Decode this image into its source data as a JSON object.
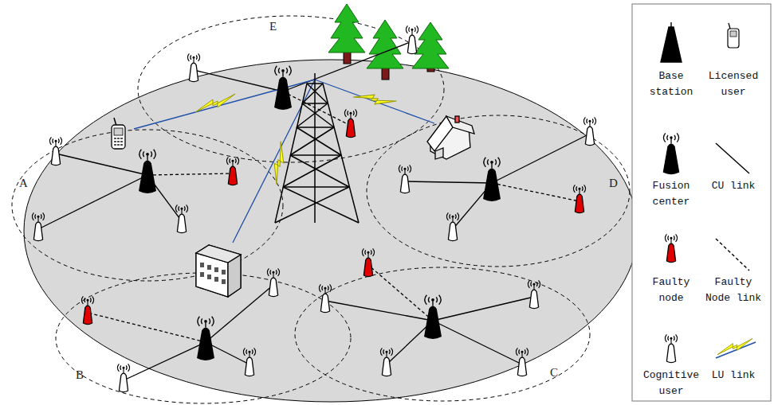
{
  "diagram": {
    "labels": [
      "E",
      "A",
      "D",
      "B",
      "C"
    ],
    "legend": [
      {
        "text": "Base station"
      },
      {
        "text": "Licensed user"
      },
      {
        "text": "Fusion center"
      },
      {
        "text": "CU link"
      },
      {
        "text": "Faulty node"
      },
      {
        "text": "Faulty Node link"
      },
      {
        "text": "Cognitive user"
      },
      {
        "text": "LU link"
      }
    ]
  }
}
